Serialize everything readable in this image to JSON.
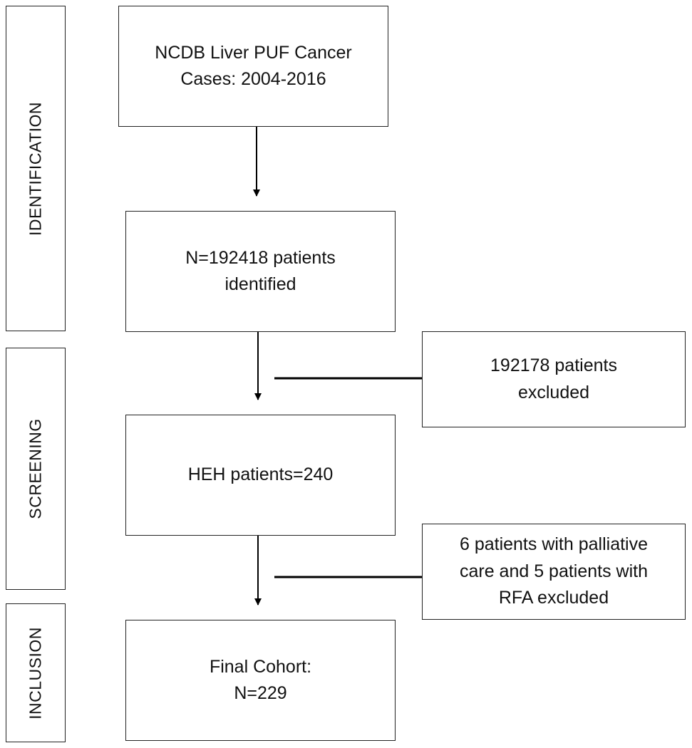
{
  "phases": {
    "identification": "IDENTIFICATION",
    "screening": "SCREENING",
    "inclusion": "INCLUSION"
  },
  "boxes": {
    "source": "NCDB Liver PUF Cancer\nCases: 2004-2016",
    "identified": "N=192418 patients\nidentified",
    "screened": "HEH patients=240",
    "final": "Final Cohort:\nN=229",
    "excluded_1": "192178 patients\nexcluded",
    "excluded_2": "6 patients with palliative\ncare and 5 patients with\nRFA excluded"
  },
  "colors": {
    "line": "#000000",
    "border": "#222222",
    "background": "#ffffff"
  }
}
